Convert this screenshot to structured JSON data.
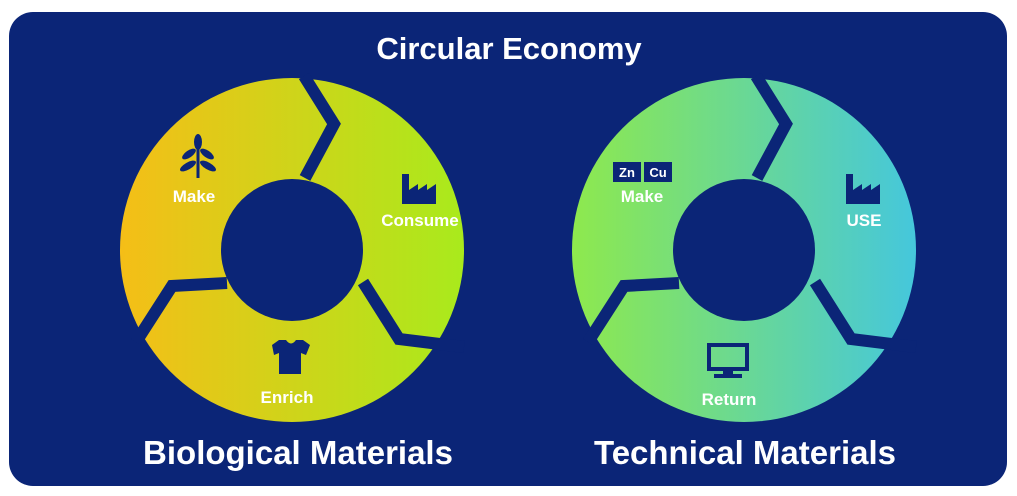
{
  "title": "Circular Economy",
  "colors": {
    "background": "#0b2577",
    "biological_gradient": [
      "#f5be17",
      "#a9ea1c"
    ],
    "technical_gradient": [
      "#8ee94d",
      "#45c7dc"
    ],
    "text": "#ffffff"
  },
  "biological": {
    "heading": "Biological Materials",
    "stages": [
      {
        "label": "Make",
        "icon": "leaf-branch-icon"
      },
      {
        "label": "Consume",
        "icon": "factory-icon"
      },
      {
        "label": "Enrich",
        "icon": "tshirt-icon"
      }
    ]
  },
  "technical": {
    "heading": "Technical Materials",
    "elements": [
      "Zn",
      "Cu"
    ],
    "stages": [
      {
        "label": "Make",
        "icon": "element-tiles-icon"
      },
      {
        "label": "USE",
        "icon": "factory-icon"
      },
      {
        "label": "Return",
        "icon": "monitor-icon"
      }
    ]
  }
}
